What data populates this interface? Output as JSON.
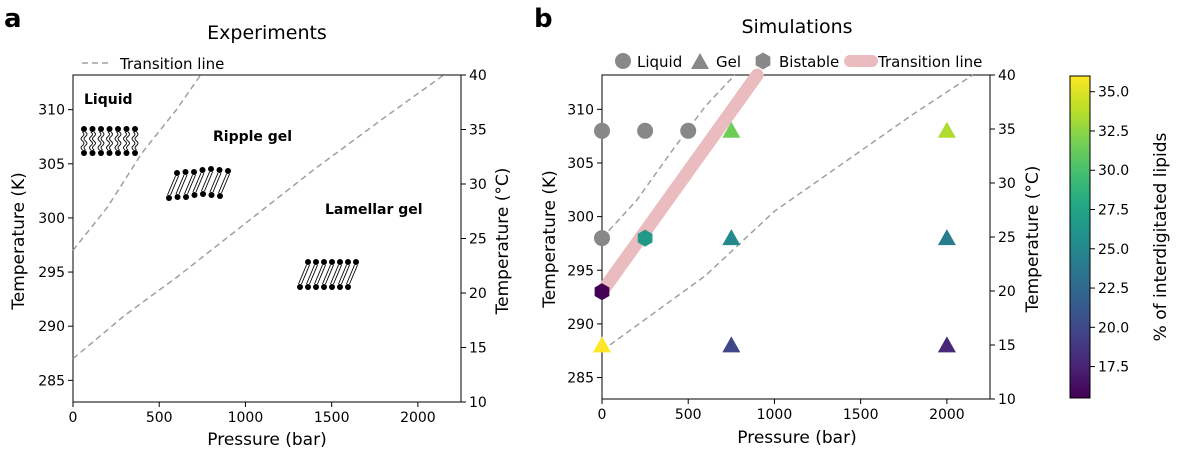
{
  "panels": {
    "a": {
      "letter": "a",
      "title": "Experiments",
      "legend": "Transition line",
      "xlabel": "Pressure (bar)",
      "ylabel": "Temperature (K)",
      "y2label": "Temperature (°C)",
      "phase_labels": {
        "liquid": "Liquid",
        "ripple": "Ripple gel",
        "lamellar": "Lamellar gel"
      }
    },
    "b": {
      "letter": "b",
      "title": "Simulations",
      "legend": {
        "liquid": "Liquid",
        "gel": "Gel",
        "bistable": "Bistable",
        "transition": "Transition line"
      },
      "xlabel": "Pressure (bar)",
      "ylabel": "Temperature (K)",
      "y2label": "Temperature (°C)",
      "colorbar_label": "% of interdigitated lipids"
    }
  },
  "chart_data": [
    {
      "type": "line",
      "panel": "a",
      "title": "Experiments",
      "xlabel": "Pressure (bar)",
      "ylabel": "Temperature (K)",
      "y2label": "Temperature (°C)",
      "xlim": [
        0,
        2250
      ],
      "ylim": [
        283,
        313.2
      ],
      "y2lim": [
        10,
        40
      ],
      "xticks": [
        0,
        500,
        1000,
        1500,
        2000
      ],
      "yticks": [
        285,
        290,
        295,
        300,
        305,
        310
      ],
      "y2ticks": [
        10,
        15,
        20,
        25,
        30,
        35,
        40
      ],
      "series": [
        {
          "name": "Transition line",
          "style": "dashed",
          "color": "#a0a0a0",
          "x": [
            0,
            200,
            400,
            600,
            740
          ],
          "y": [
            297,
            301,
            306,
            310,
            313.2
          ]
        },
        {
          "name": "Transition line",
          "style": "dashed",
          "color": "#a0a0a0",
          "x": [
            0,
            300,
            600,
            1000,
            1400,
            1800,
            2150
          ],
          "y": [
            287,
            291,
            294.5,
            299.5,
            304.5,
            309.2,
            313.2
          ]
        }
      ]
    },
    {
      "type": "scatter",
      "panel": "b",
      "title": "Simulations",
      "xlabel": "Pressure (bar)",
      "ylabel": "Temperature (K)",
      "y2label": "Temperature (°C)",
      "xlim": [
        0,
        2250
      ],
      "ylim": [
        283,
        313.2
      ],
      "y2lim": [
        10,
        40
      ],
      "xticks": [
        0,
        500,
        1000,
        1500,
        2000
      ],
      "yticks": [
        285,
        290,
        295,
        300,
        305,
        310
      ],
      "y2ticks": [
        10,
        15,
        20,
        25,
        30,
        35,
        40
      ],
      "legend": [
        "Liquid",
        "Gel",
        "Bistable",
        "Transition line"
      ],
      "colorbar": {
        "label": "% of interdigitated lipids",
        "range": [
          15.5,
          36
        ],
        "ticks": [
          17.5,
          20.0,
          22.5,
          25.0,
          27.5,
          30.0,
          32.5,
          35.0
        ],
        "colormap": "viridis"
      },
      "points": [
        {
          "x": 0,
          "y": 308,
          "phase": "Liquid",
          "color": "#888888"
        },
        {
          "x": 250,
          "y": 308,
          "phase": "Liquid",
          "color": "#888888"
        },
        {
          "x": 500,
          "y": 308,
          "phase": "Liquid",
          "color": "#888888"
        },
        {
          "x": 0,
          "y": 298,
          "phase": "Liquid",
          "color": "#888888"
        },
        {
          "x": 250,
          "y": 298,
          "phase": "Bistable",
          "value": 26.5
        },
        {
          "x": 0,
          "y": 293,
          "phase": "Bistable",
          "value": 15.5
        },
        {
          "x": 750,
          "y": 308,
          "phase": "Gel",
          "value": 31.5
        },
        {
          "x": 2000,
          "y": 308,
          "phase": "Gel",
          "value": 33.5
        },
        {
          "x": 750,
          "y": 298,
          "phase": "Gel",
          "value": 25.0
        },
        {
          "x": 2000,
          "y": 298,
          "phase": "Gel",
          "value": 24.0
        },
        {
          "x": 0,
          "y": 288,
          "phase": "Gel",
          "value": 36.0
        },
        {
          "x": 750,
          "y": 288,
          "phase": "Gel",
          "value": 19.8
        },
        {
          "x": 2000,
          "y": 288,
          "phase": "Gel",
          "value": 17.8
        }
      ],
      "series": [
        {
          "name": "Transition line",
          "style": "thick",
          "color": "#ebbcbf",
          "x": [
            0,
            900
          ],
          "y": [
            293,
            313.2
          ]
        },
        {
          "name": "Transition line",
          "style": "dashed",
          "color": "#a0a0a0",
          "x": [
            0,
            200,
            400,
            600,
            770
          ],
          "y": [
            298,
            301.5,
            306,
            310.3,
            313.2
          ]
        },
        {
          "name": "Transition line",
          "style": "dashed",
          "color": "#a0a0a0",
          "x": [
            0,
            300,
            600,
            1000,
            1400,
            1800,
            2150
          ],
          "y": [
            287.5,
            291,
            294.5,
            300.5,
            305,
            309.5,
            313.2
          ]
        }
      ]
    }
  ]
}
